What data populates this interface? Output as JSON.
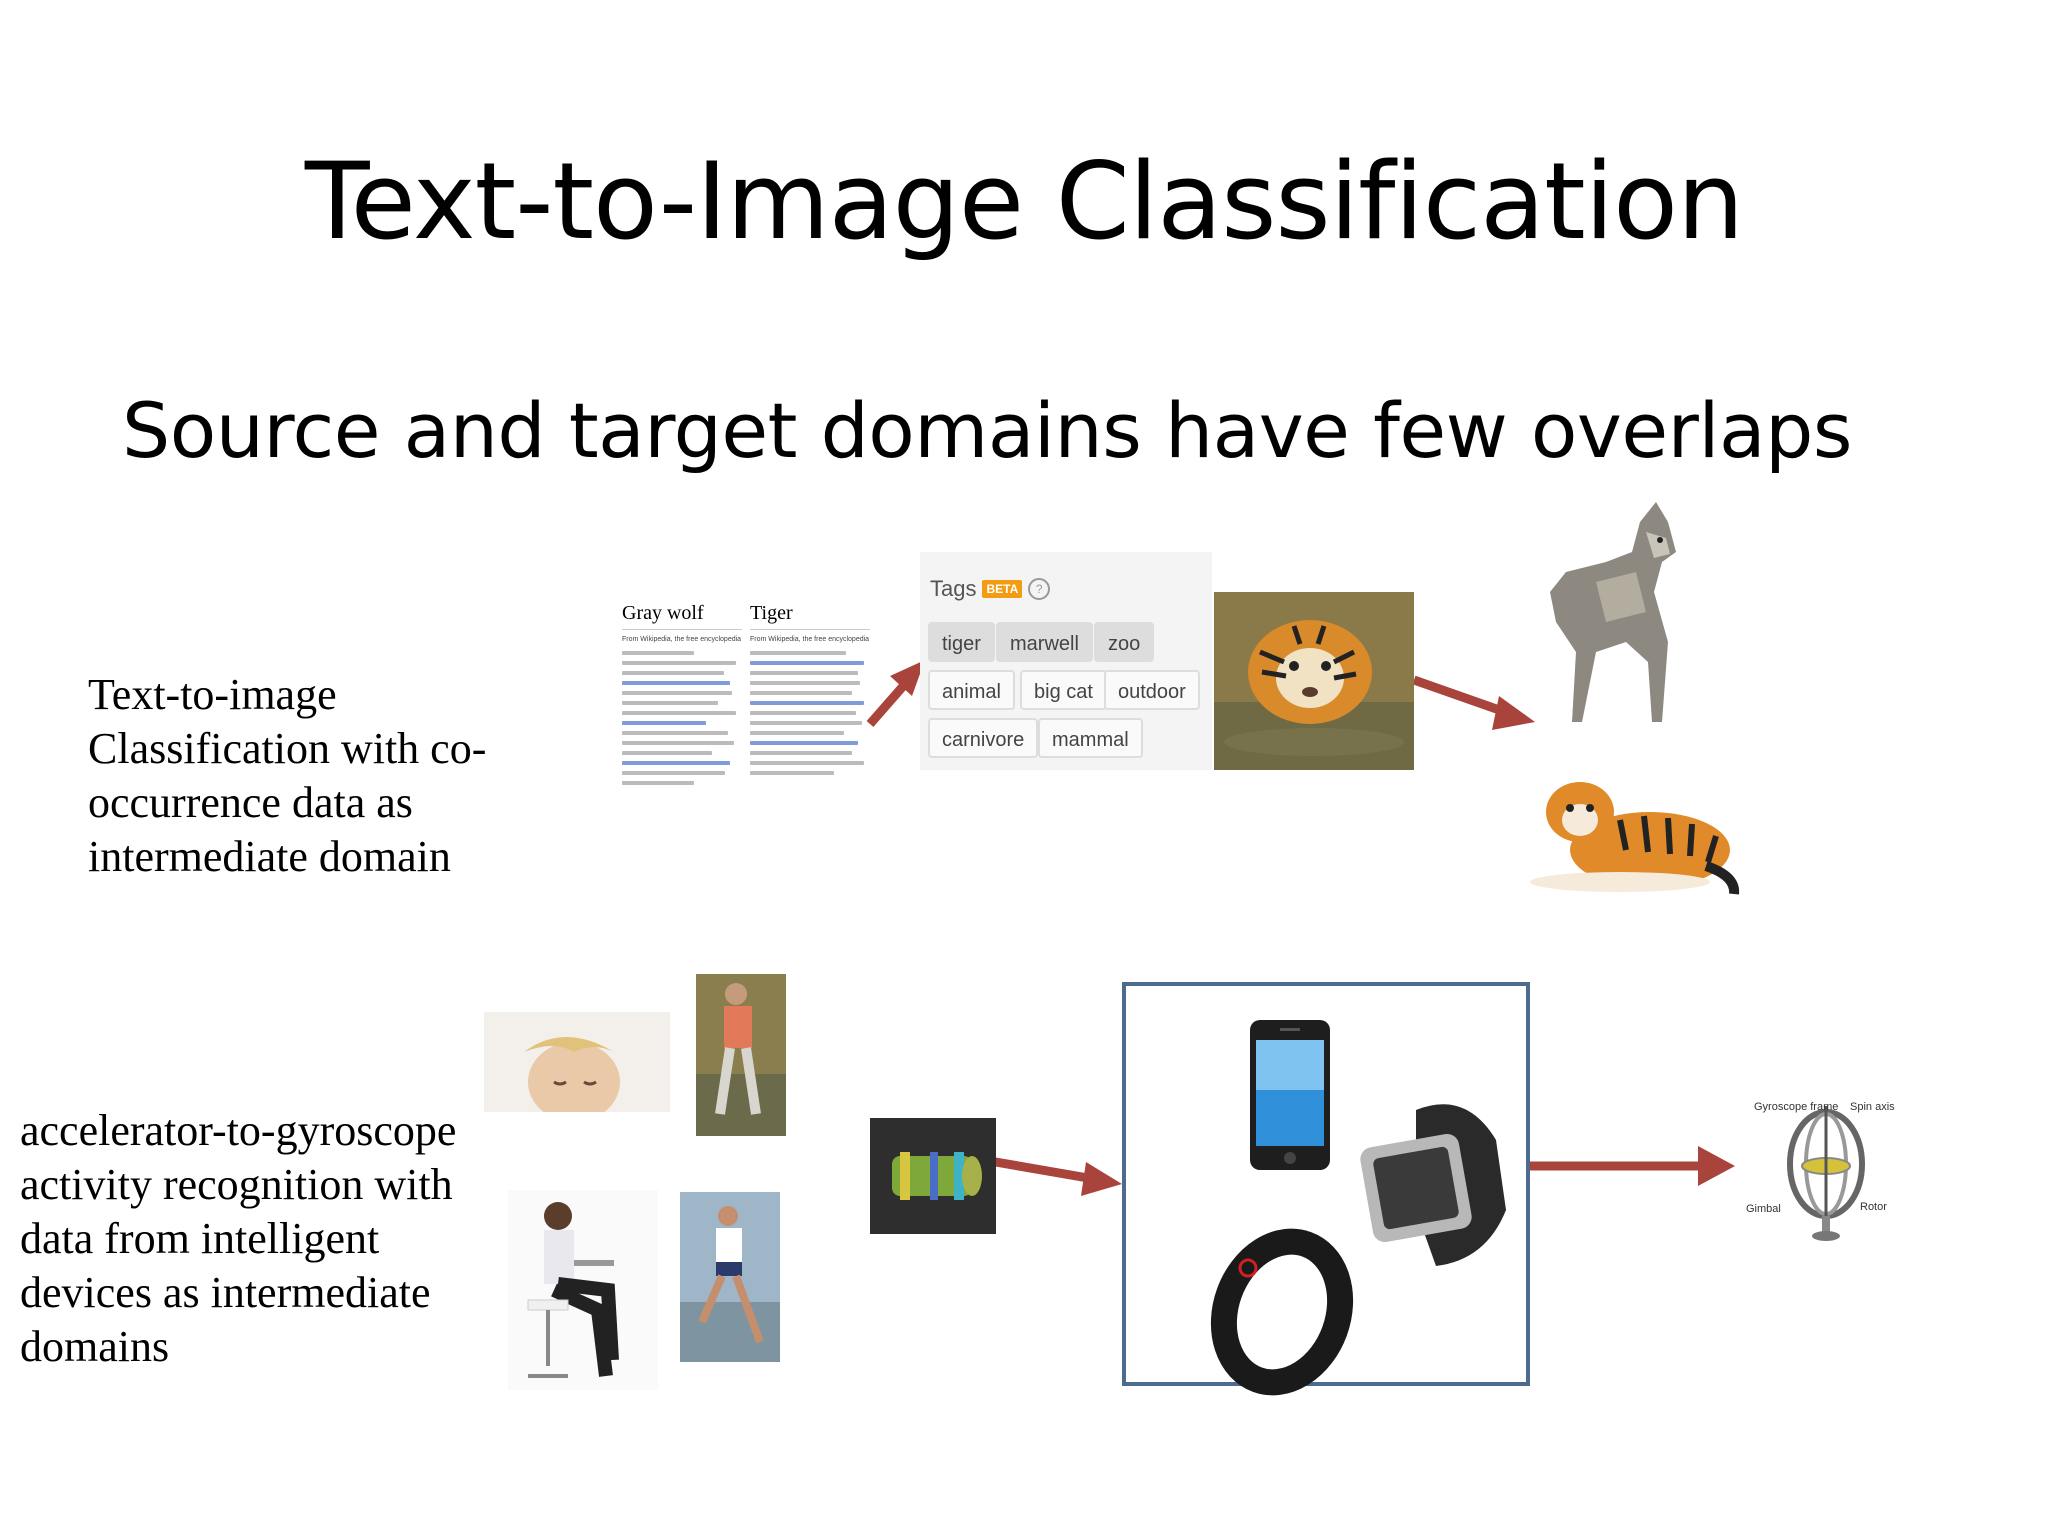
{
  "slide": {
    "title": "Text-to-Image Classification",
    "subtitle": "Source and target domains have few overlaps"
  },
  "section1": {
    "description": "Text-to-image Classification with co-occurrence data as intermediate domain",
    "wiki": {
      "col1_title": "Gray wolf",
      "col1_sub": "From Wikipedia, the free encyclopedia",
      "col2_title": "Tiger",
      "col2_sub": "From Wikipedia, the free encyclopedia"
    },
    "tags_panel": {
      "header": "Tags",
      "badge": "BETA",
      "help": "?",
      "tags": [
        "tiger",
        "marwell",
        "zoo",
        "animal",
        "big cat",
        "outdoor",
        "carnivore",
        "mammal"
      ]
    }
  },
  "section2": {
    "description": "accelerator-to-gyroscope activity recognition with data from intelligent devices as intermediate domains",
    "gyroscope_labels": {
      "frame": "Gyroscope frame",
      "spin_axis": "Spin axis",
      "gimbal": "Gimbal",
      "rotor": "Rotor"
    }
  },
  "colors": {
    "arrow": "#a9443c",
    "frame": "#4c6b8e",
    "badge": "#f39c12"
  }
}
